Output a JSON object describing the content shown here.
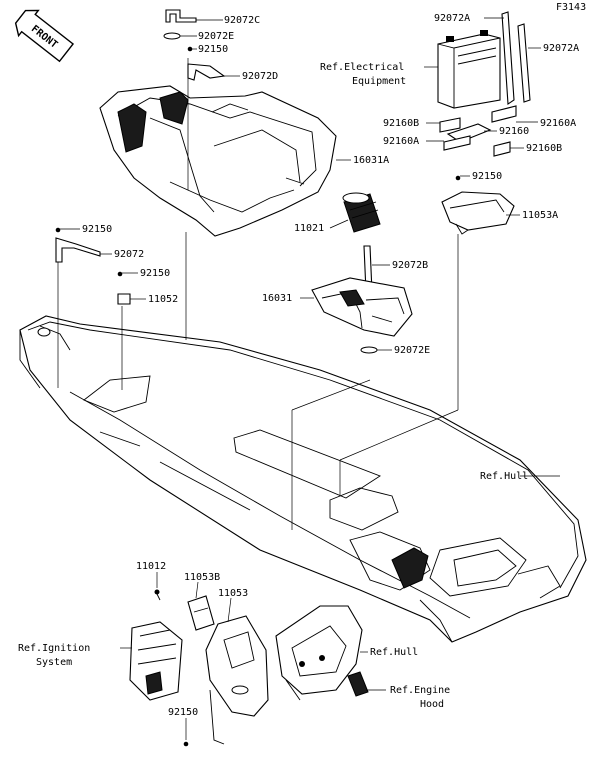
{
  "figure_code": "F3143",
  "front_badge": "FRONT",
  "callouts": {
    "c92072C": "92072C",
    "c92072E_top": "92072E",
    "c92150_top": "92150",
    "c92072D": "92072D",
    "c16031A": "16031A",
    "c92150_left": "92150",
    "c92072": "92072",
    "c92150_mid": "92150",
    "c11052": "11052",
    "c92072A_left": "92072A",
    "c92072A_right": "92072A",
    "ref_electrical_1": "Ref.Electrical",
    "ref_electrical_2": "Equipment",
    "c92160B_left": "92160B",
    "c92160A_right": "92160A",
    "c92160": "92160",
    "c92160A_left": "92160A",
    "c92160B_right": "92160B",
    "c92150_right": "92150",
    "c11053A": "11053A",
    "c11021": "11021",
    "c92072B": "92072B",
    "c16031": "16031",
    "c92072E_mid": "92072E",
    "ref_hull_main": "Ref.Hull",
    "c11012": "11012",
    "c11053B": "11053B",
    "c11053": "11053",
    "ref_ignition_1": "Ref.Ignition",
    "ref_ignition_2": "System",
    "ref_hull_lower": "Ref.Hull",
    "ref_engine_1": "Ref.Engine",
    "ref_engine_2": "Hood",
    "c92150_bottom": "92150"
  }
}
